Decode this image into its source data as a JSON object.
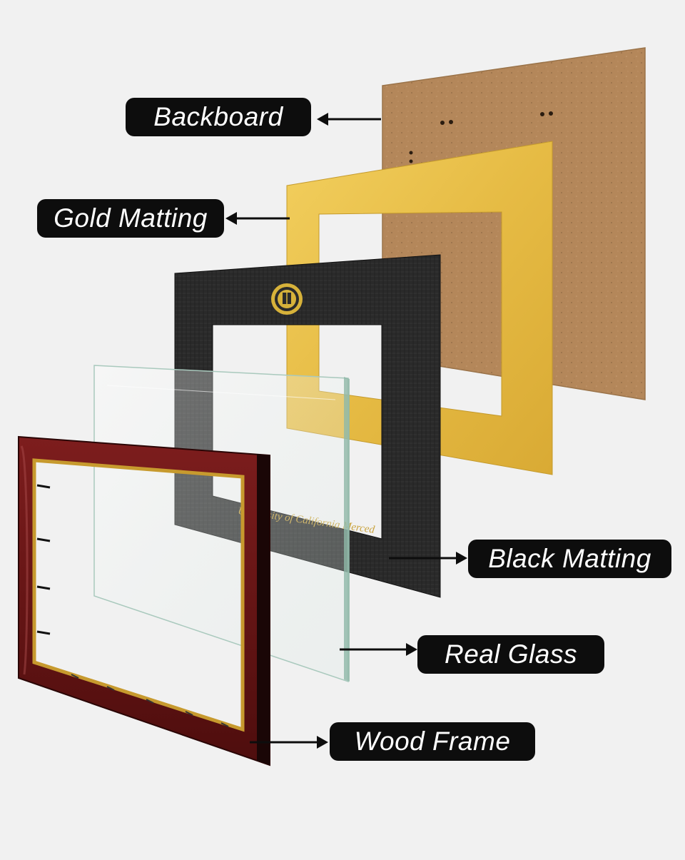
{
  "labels": {
    "backboard": "Backboard",
    "gold_matting": "Gold Matting",
    "black_matting": "Black Matting",
    "real_glass": "Real Glass",
    "wood_frame": "Wood Frame"
  },
  "mat_inscription": "University of California Merced",
  "colors": {
    "background": "#f1f1f1",
    "label_bg": "#0d0d0d",
    "label_text": "#ffffff",
    "backboard": "#b4875a",
    "gold_matting": "#e9c04a",
    "black_matting": "#2a2a2a",
    "glass_edge": "#8fb8a8",
    "wood_frame": "#6e1616",
    "gold_lip": "#c79a2e"
  },
  "icons": {
    "seal": "university-seal-icon",
    "arrow": "arrow-left-icon"
  }
}
